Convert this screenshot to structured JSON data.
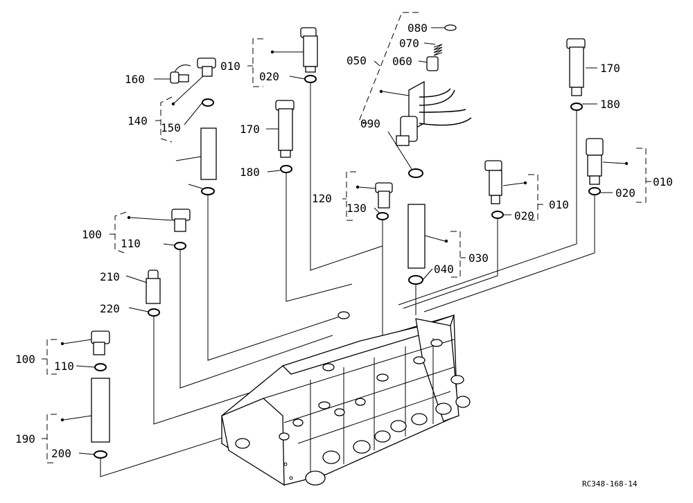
{
  "drawing_code": "RC348-168-14",
  "callouts": {
    "c010a": "010",
    "c020a": "020",
    "c080": "080",
    "c070": "070",
    "c050": "050",
    "c060": "060",
    "c170a": "170",
    "c180a": "180",
    "c160": "160",
    "c140": "140",
    "c150": "150",
    "c170b": "170",
    "c090": "090",
    "c180b": "180",
    "c010b": "010",
    "c020b": "020",
    "c120": "120",
    "c130": "130",
    "c010c": "010",
    "c020c": "020",
    "c100a": "100",
    "c110a": "110",
    "c030": "030",
    "c040": "040",
    "c210": "210",
    "c220": "220",
    "c100b": "100",
    "c110b": "110",
    "c190": "190",
    "c200": "200"
  }
}
